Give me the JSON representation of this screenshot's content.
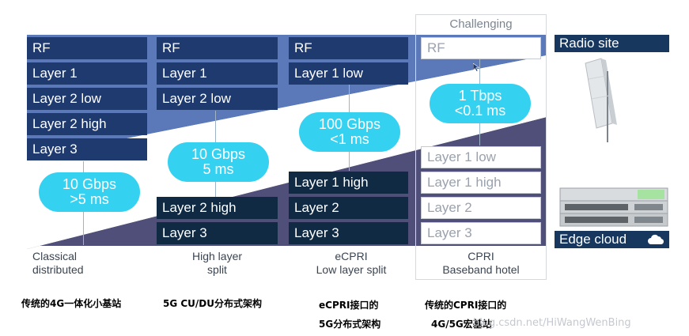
{
  "challenging_label": "Challenging",
  "columns": [
    {
      "top_boxes": [
        "RF",
        "Layer 1",
        "Layer 2 low",
        "Layer 2 high",
        "Layer 3"
      ],
      "bottom_boxes": [],
      "bubble": [
        "10 Gbps",
        ">5 ms"
      ],
      "label": [
        "Classical",
        "distributed"
      ],
      "chinese": "传统的4G一体化小基站"
    },
    {
      "top_boxes": [
        "RF",
        "Layer 1",
        "Layer 2 low"
      ],
      "bottom_boxes": [
        "Layer 2 high",
        "Layer 3"
      ],
      "bubble": [
        "10 Gbps",
        "5 ms"
      ],
      "label": [
        "High layer",
        "split"
      ],
      "chinese": "5G CU/DU分布式架构"
    },
    {
      "top_boxes": [
        "RF",
        "Layer 1 low"
      ],
      "bottom_boxes": [
        "Layer 1 high",
        "Layer 2",
        "Layer 3"
      ],
      "bubble": [
        "100 Gbps",
        "<1 ms"
      ],
      "label": [
        "eCPRI",
        "Low layer split"
      ],
      "chinese": [
        "eCPRI接口的",
        "5G分布式架构"
      ]
    },
    {
      "top_boxes": [
        "RF"
      ],
      "bottom_boxes": [
        "Layer 1 low",
        "Layer 1 high",
        "Layer 2",
        "Layer 3"
      ],
      "bubble": [
        "1 Tbps",
        "<0.1 ms"
      ],
      "label": [
        "CPRI",
        "Baseband hotel"
      ],
      "chinese": [
        "传统的CPRI接口的",
        "4G/5G宏基站"
      ]
    }
  ],
  "side": {
    "radio_site": "Radio site",
    "edge_cloud": "Edge cloud"
  },
  "watermark": "blog.csdn.net/HiWangWenBing",
  "colors": {
    "dark_box": "#1f3a6e",
    "bottom_box": "#0f2a42",
    "bubble": "#35d1f0",
    "band_top": "#5b78b8",
    "band_bottom": "#4f4f79"
  }
}
